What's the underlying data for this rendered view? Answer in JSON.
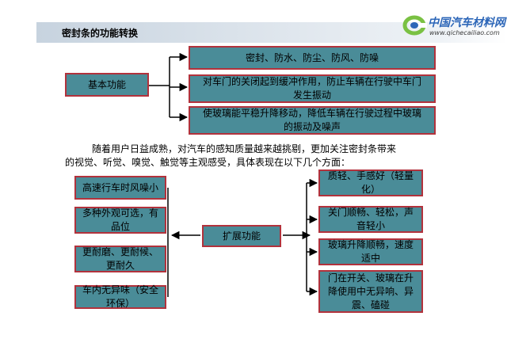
{
  "header": {
    "title": "密封条的功能转换"
  },
  "logo": {
    "name": "中国汽车材料网",
    "url": "www.qichecailiao.com"
  },
  "top_section": {
    "root": "基本功能",
    "items": [
      "密封、防水、防尘、防风、防噪",
      "对车门的关闭起到缓冲作用，防止车辆在行驶中车门发生振动",
      "使玻璃能平稳升降移动，降低车辆在行驶过程中玻璃的振动及噪声"
    ]
  },
  "paragraph": {
    "line1": "随着用户日益成熟，对汽车的感知质量越来越挑剔，更加关注密封条带来",
    "line2": "的视觉、听觉、嗅觉、触觉等主观感受，具体表现在以下几个方面："
  },
  "bottom_section": {
    "center": "扩展功能",
    "left_items": [
      "高速行车时风噪小",
      "多种外观可选，有品位",
      "更耐磨、更耐候、更耐久",
      "车内无异味（安全环保）"
    ],
    "right_items": [
      "质轻、手感好（轻量化）",
      "关门顺畅、轻松，声音轻小",
      "玻璃升降顺畅，速度适中",
      "门在开关、玻璃在升降使用中无异响、异震、磕碰"
    ]
  },
  "colors": {
    "box_fill": "#4a8c98",
    "box_border": "#b2323c",
    "logo_blue": "#2c66b8",
    "logo_green": "#7ac143"
  }
}
